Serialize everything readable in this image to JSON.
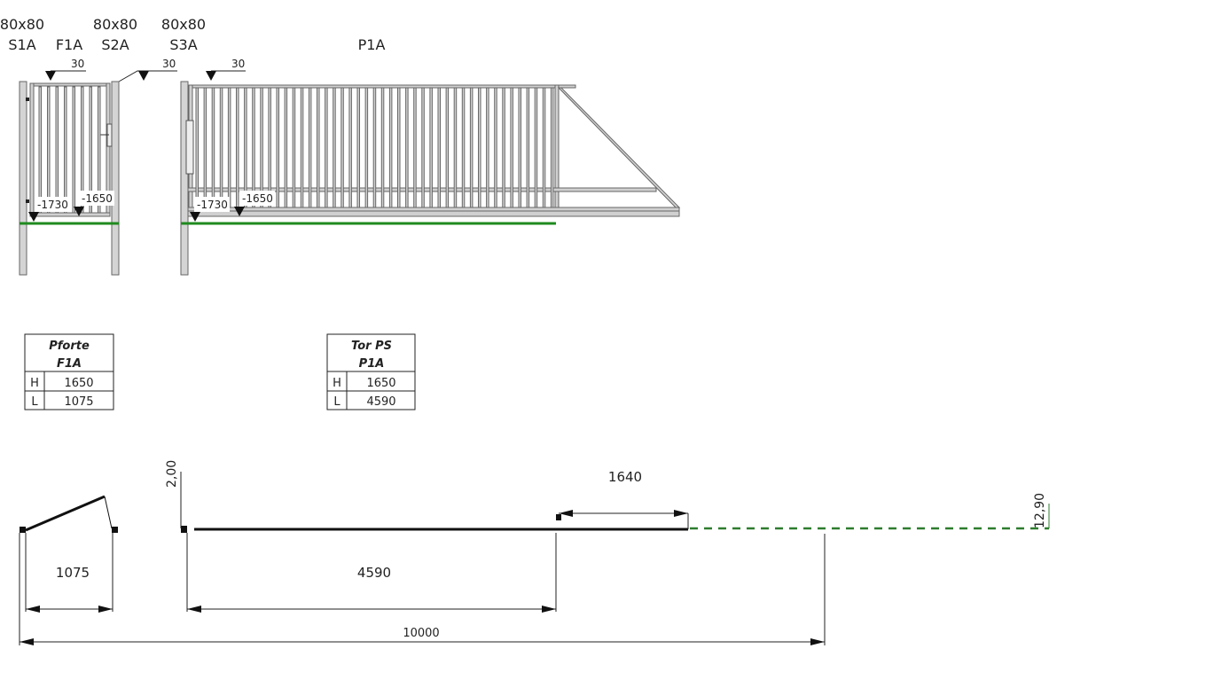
{
  "posts": [
    {
      "size": "80x80",
      "id": "S1A"
    },
    {
      "size": "80x80",
      "id": "S2A"
    },
    {
      "size": "80x80",
      "id": "S3A"
    }
  ],
  "elements": {
    "gate_small": "F1A",
    "gate_sliding": "P1A"
  },
  "height_marks": [
    "30",
    "30",
    "30"
  ],
  "level_marks": {
    "pforte": [
      "-1730",
      "-1650"
    ],
    "tor": [
      "-1730",
      "-1650"
    ]
  },
  "tables": [
    {
      "title1": "Pforte",
      "title2": "F1A",
      "rows": [
        {
          "k": "H",
          "v": "1650"
        },
        {
          "k": "L",
          "v": "1075"
        }
      ]
    },
    {
      "title1": "Tor PS",
      "title2": "P1A",
      "rows": [
        {
          "k": "H",
          "v": "1650"
        },
        {
          "k": "L",
          "v": "4590"
        }
      ]
    }
  ],
  "plan": {
    "pforte_width": "1075",
    "tor_width": "4590",
    "overrun": "1640",
    "total": "10000",
    "slope_left": "2,00",
    "slope_right": "12,90"
  },
  "colors": {
    "ground": "#1e8a1e",
    "dash": "#2e7d2e"
  }
}
